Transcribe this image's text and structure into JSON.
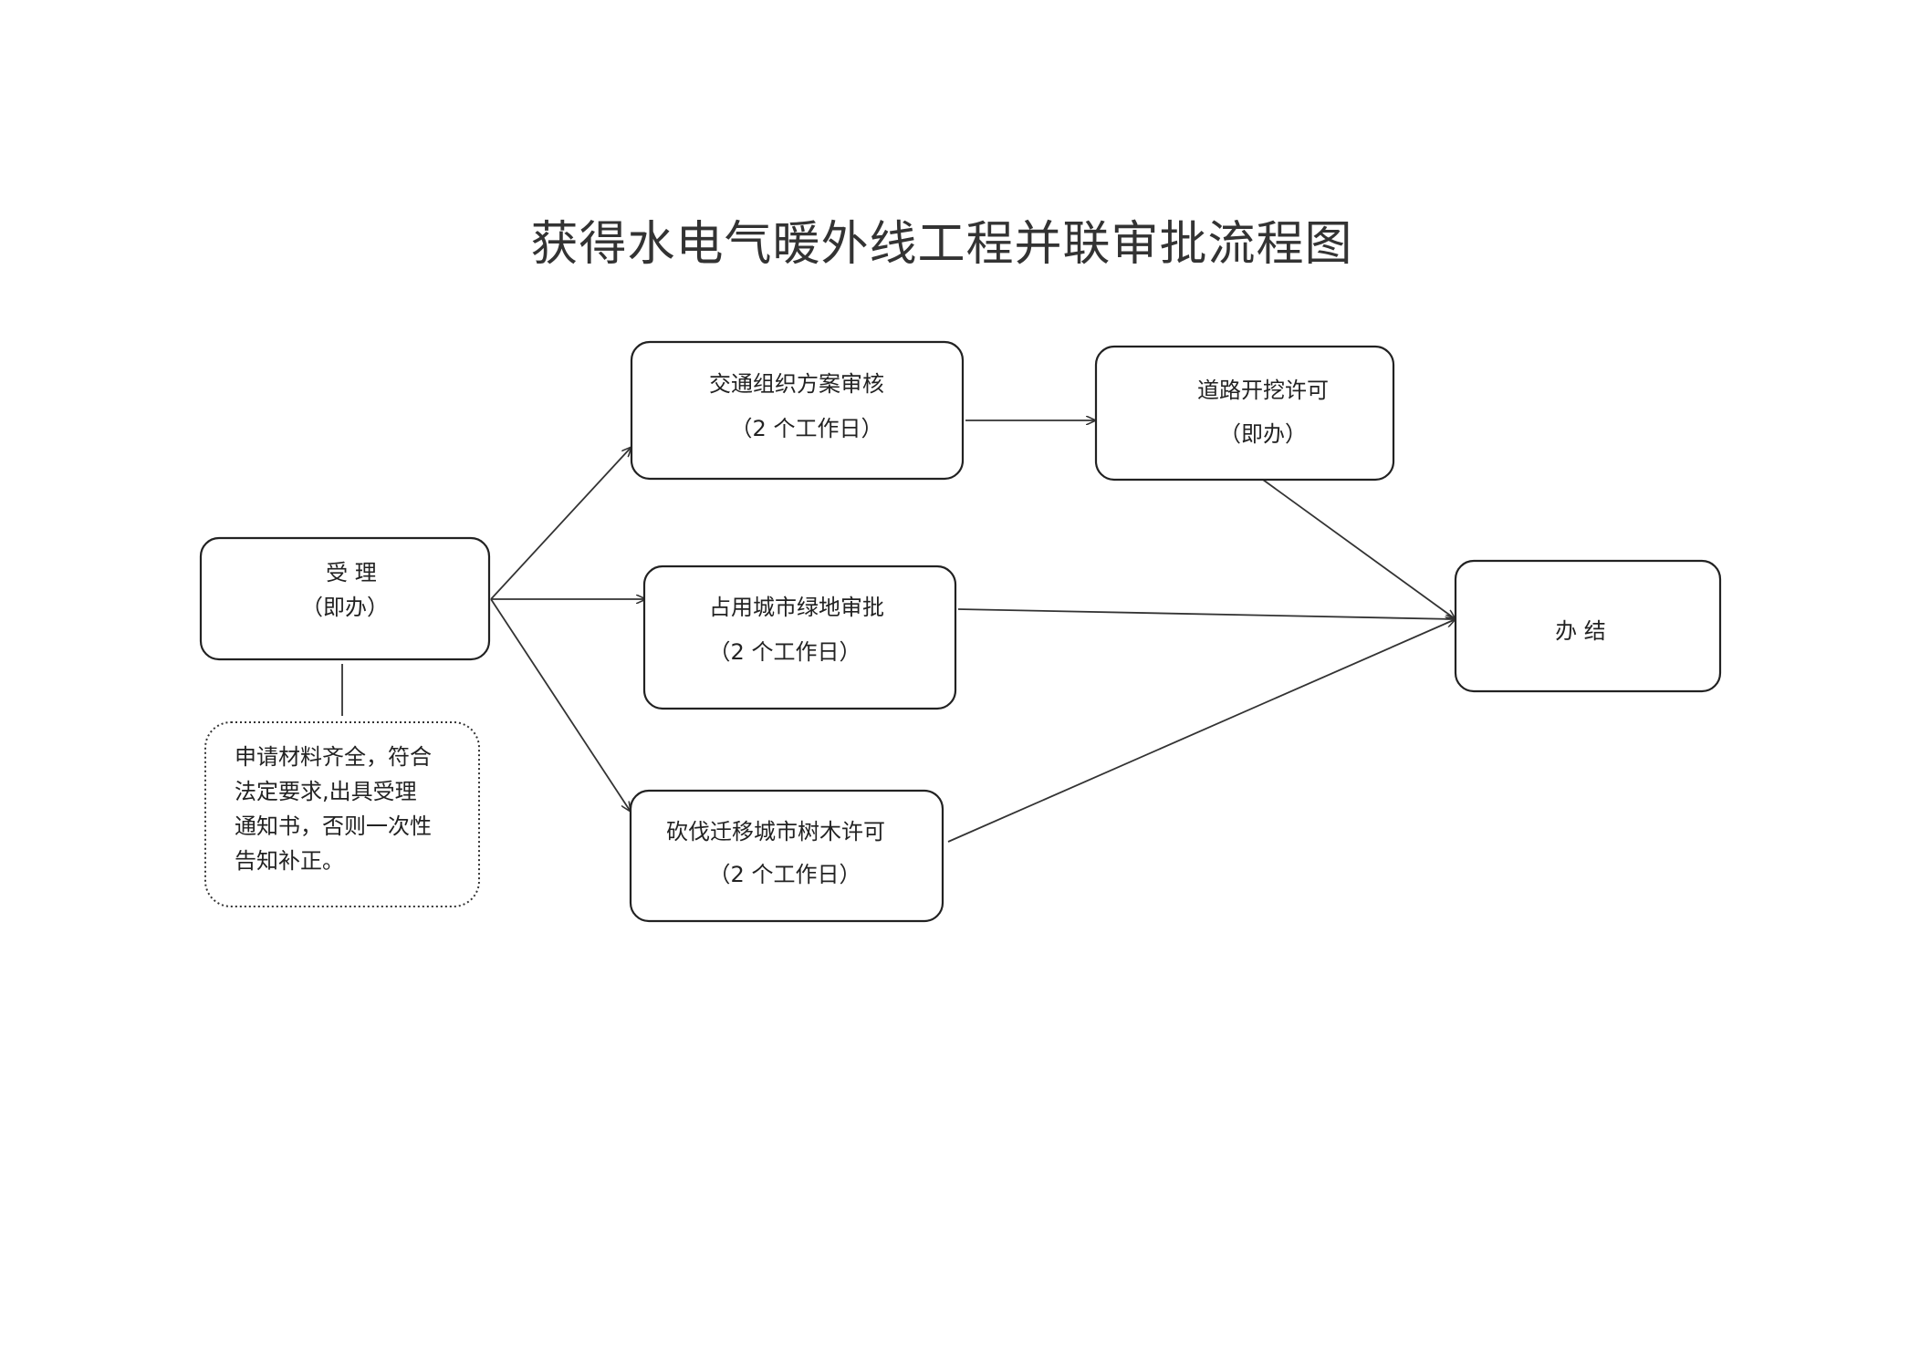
{
  "title": "获得水电气暖外线工程并联审批流程图",
  "nodes": {
    "accept": {
      "label": "受 理",
      "sub": "（即办）"
    },
    "traffic": {
      "label": "交通组织方案审核",
      "sub": "（2 个工作日）"
    },
    "greenland": {
      "label": "占用城市绿地审批",
      "sub": "（2 个工作日）"
    },
    "trees": {
      "label": "砍伐迁移城市树木许可",
      "sub": "（2 个工作日）"
    },
    "road": {
      "label": "道路开挖许可",
      "sub": "（即办）"
    },
    "done": {
      "label": "办 结"
    }
  },
  "note": {
    "lines": [
      "申请材料齐全，符合",
      "法定要求,出具受理",
      "通知书，否则一次性",
      "告知补正。"
    ]
  }
}
